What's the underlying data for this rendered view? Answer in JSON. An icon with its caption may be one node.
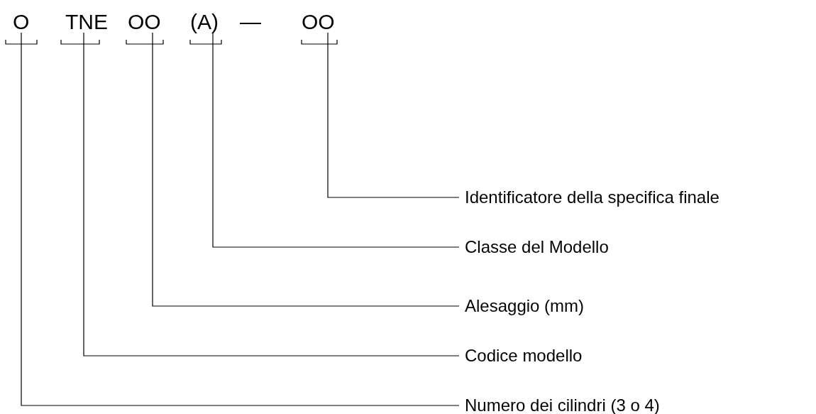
{
  "diagram": {
    "nodes": [
      {
        "text": [
          "O"
        ]
      },
      {
        "text": [
          "TNE"
        ]
      },
      {
        "text": [
          "OO"
        ]
      },
      {
        "text": [
          "(A)"
        ]
      },
      {
        "text": [
          "OO"
        ]
      },
      {
        "text": [
          "Identificatore della specifica finale"
        ]
      },
      {
        "text": [
          "Classe del Modello"
        ]
      },
      {
        "text": [
          "Alesaggio (mm)"
        ]
      },
      {
        "text": [
          "Codice modello"
        ]
      },
      {
        "text": [
          "Numero dei cilindri (3 o 4)"
        ]
      }
    ],
    "edges": [
      {
        "from": 4,
        "to": 5,
        "arrow": "none"
      },
      {
        "from": 3,
        "to": 6,
        "arrow": "none"
      },
      {
        "from": 2,
        "to": 7,
        "arrow": "none"
      },
      {
        "from": 1,
        "to": 8,
        "arrow": "none"
      },
      {
        "from": 0,
        "to": 9,
        "arrow": "none"
      }
    ],
    "labels": [
      "—"
    ]
  }
}
